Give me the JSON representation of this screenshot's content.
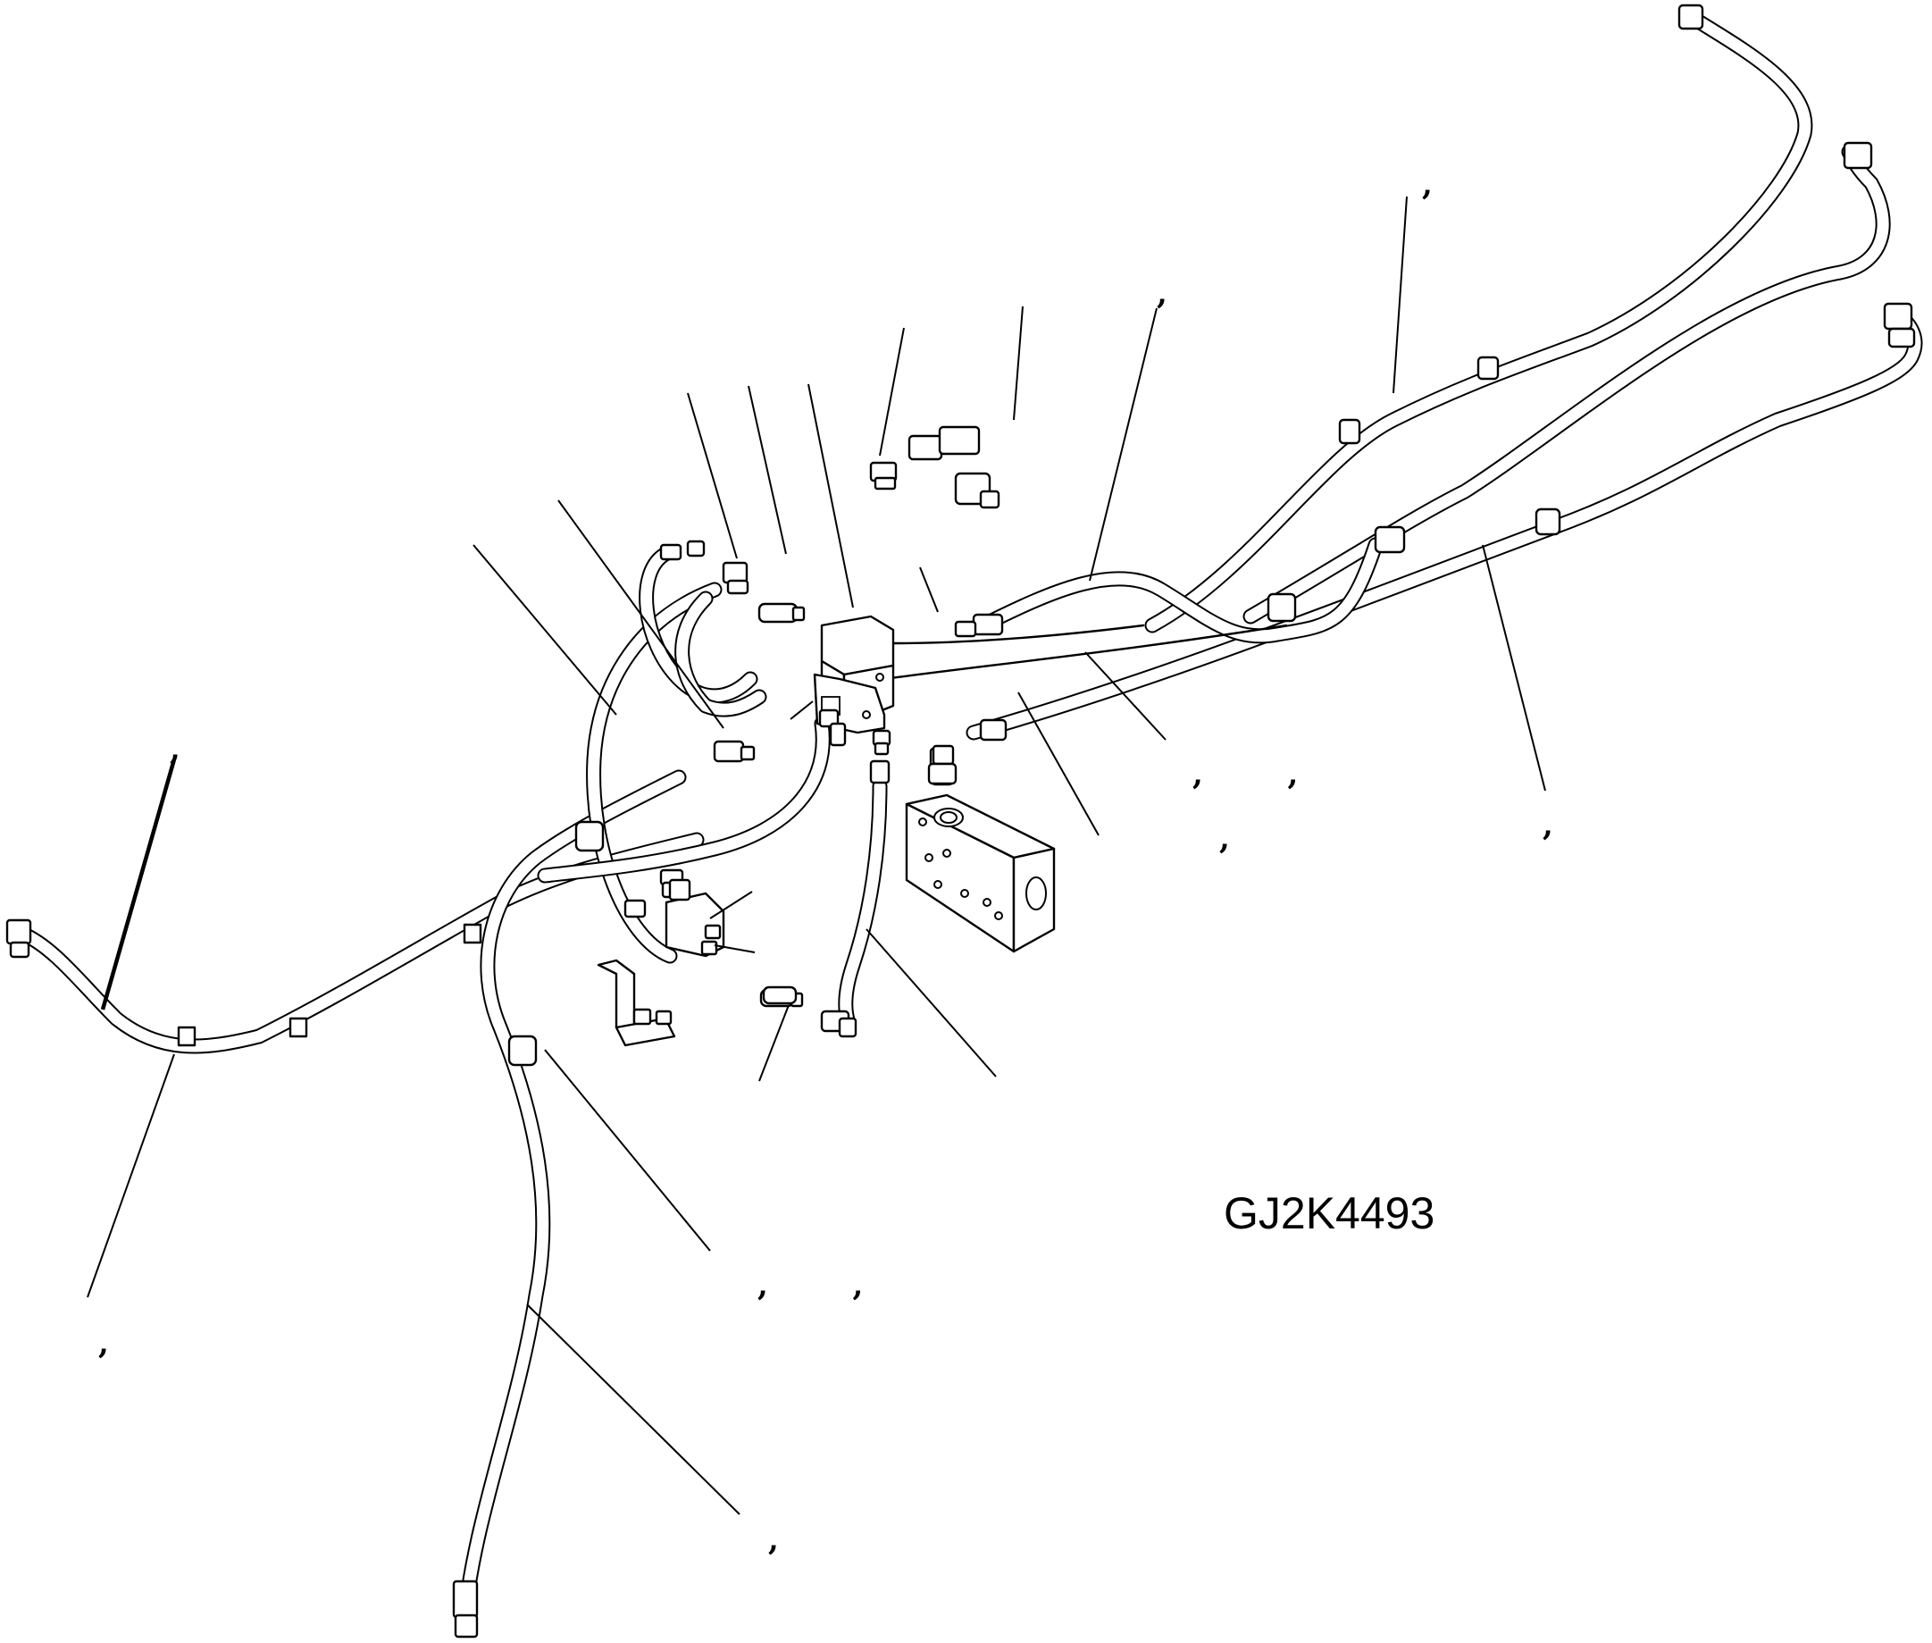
{
  "drawing": {
    "code": "GJ2K4493"
  },
  "callouts": [
    {
      "id": "c1",
      "text": ","
    },
    {
      "id": "c2",
      "text": ","
    },
    {
      "id": "c3",
      "text": ", ,"
    },
    {
      "id": "c4",
      "text": ","
    },
    {
      "id": "c5",
      "text": ","
    },
    {
      "id": "c6",
      "text": ","
    },
    {
      "id": "c7",
      "text": ", ,"
    },
    {
      "id": "c8",
      "text": ","
    },
    {
      "id": "c9",
      "text": ","
    }
  ]
}
